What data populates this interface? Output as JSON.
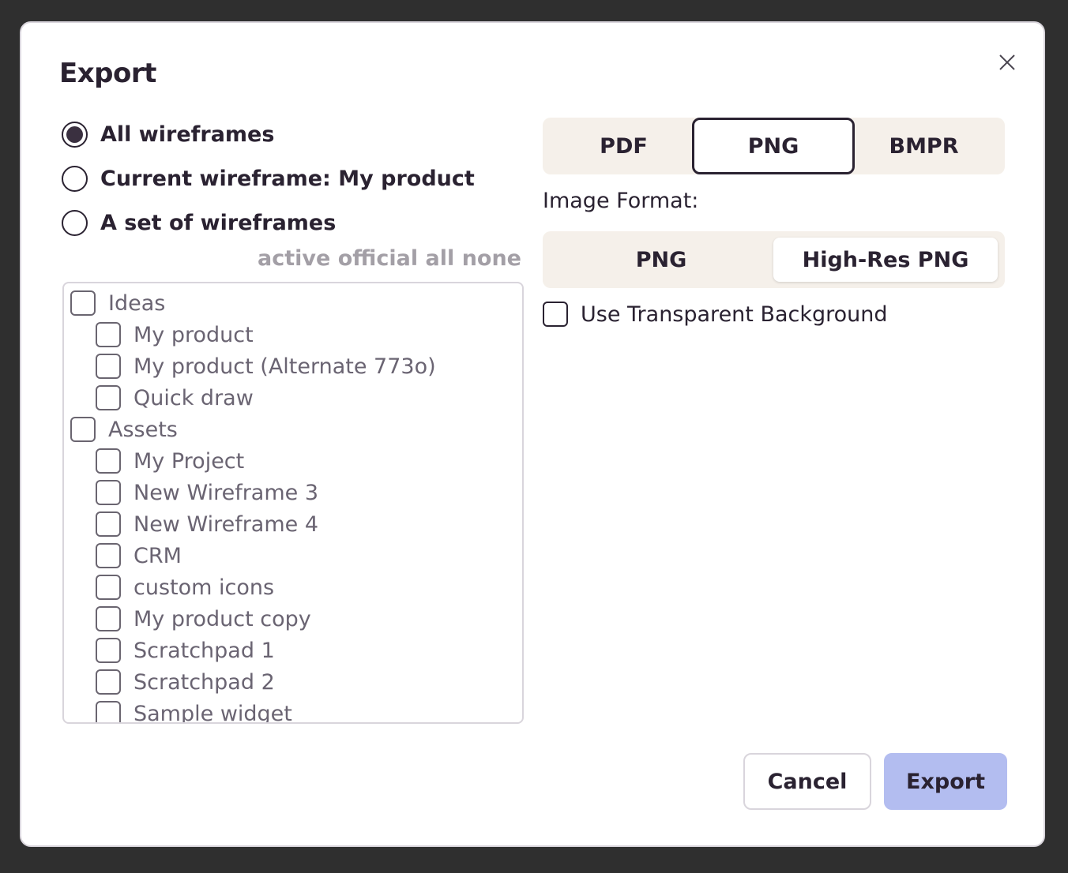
{
  "dialog": {
    "title": "Export",
    "close_icon": "close-icon"
  },
  "scope": {
    "options": [
      {
        "label": "All wireframes",
        "checked": true
      },
      {
        "label": "Current wireframe: My product",
        "checked": false
      },
      {
        "label": "A set of wireframes",
        "checked": false
      }
    ],
    "filters": [
      "active",
      "official",
      "all",
      "none"
    ]
  },
  "wireframes": {
    "items": [
      {
        "label": "Ideas",
        "level": 0
      },
      {
        "label": "My product",
        "level": 1
      },
      {
        "label": "My product (Alternate 773o)",
        "level": 1
      },
      {
        "label": "Quick draw",
        "level": 1
      },
      {
        "label": "Assets",
        "level": 0
      },
      {
        "label": "My Project",
        "level": 1
      },
      {
        "label": "New Wireframe 3",
        "level": 1
      },
      {
        "label": "New Wireframe 4",
        "level": 1
      },
      {
        "label": "CRM",
        "level": 1
      },
      {
        "label": "custom icons",
        "level": 1
      },
      {
        "label": "My product copy",
        "level": 1
      },
      {
        "label": "Scratchpad 1",
        "level": 1
      },
      {
        "label": "Scratchpad 2",
        "level": 1
      },
      {
        "label": "Sample widget",
        "level": 1
      }
    ]
  },
  "format": {
    "tabs": [
      "PDF",
      "PNG",
      "BMPR"
    ],
    "selected": "PNG",
    "image_format_label": "Image Format:",
    "image_formats": [
      "PNG",
      "High-Res PNG"
    ],
    "image_format_selected": "High-Res PNG",
    "transparent_label": "Use Transparent Background",
    "transparent_checked": false
  },
  "actions": {
    "cancel_label": "Cancel",
    "export_label": "Export"
  },
  "colors": {
    "accent": "#b3bdf0",
    "text": "#2a2231",
    "muted": "#a39fa6",
    "segment_bg": "#f5f0ea"
  }
}
